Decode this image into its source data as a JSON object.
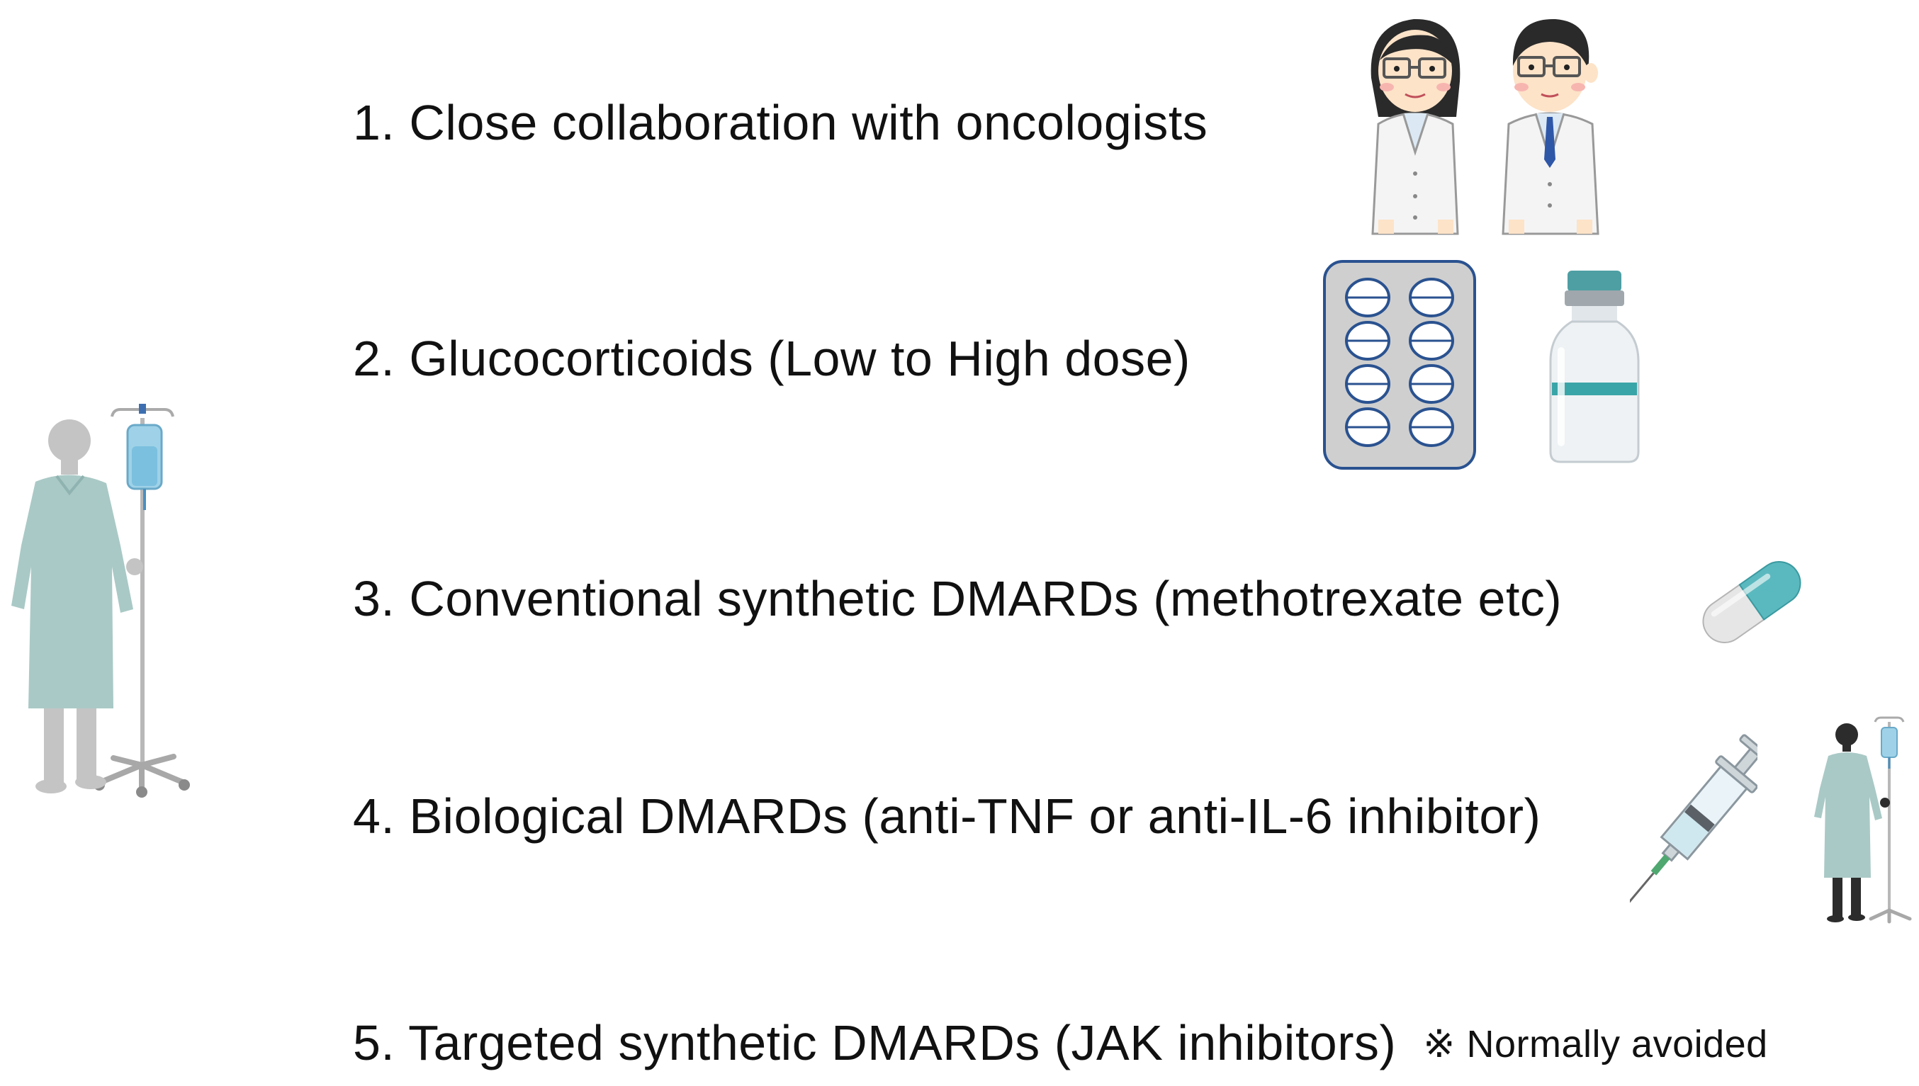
{
  "items": [
    {
      "number": "1.",
      "text": "Close collaboration with oncologists"
    },
    {
      "number": "2.",
      "text": "Glucocorticoids (Low to High dose)"
    },
    {
      "number": "3.",
      "text": "Conventional synthetic DMARDs (methotrexate etc)"
    },
    {
      "number": "4.",
      "text": "Biological DMARDs (anti-TNF or anti-IL-6 inhibitor)"
    },
    {
      "number": "5.",
      "text": "Targeted synthetic DMARDs (JAK inhibitors)",
      "note": "※ Normally avoided"
    }
  ],
  "icons": {
    "item1": "doctors-icon",
    "item2": [
      "pill-blister-icon",
      "vial-icon"
    ],
    "item3": "capsule-icon",
    "item4": [
      "syringe-icon",
      "patient-with-iv-small-icon"
    ],
    "left": "patient-with-iv-large-icon"
  },
  "colors": {
    "text": "#111111",
    "gown": "#a9c9c6",
    "teal": "#4bb7b8",
    "skin_gray": "#c4c4c4"
  }
}
